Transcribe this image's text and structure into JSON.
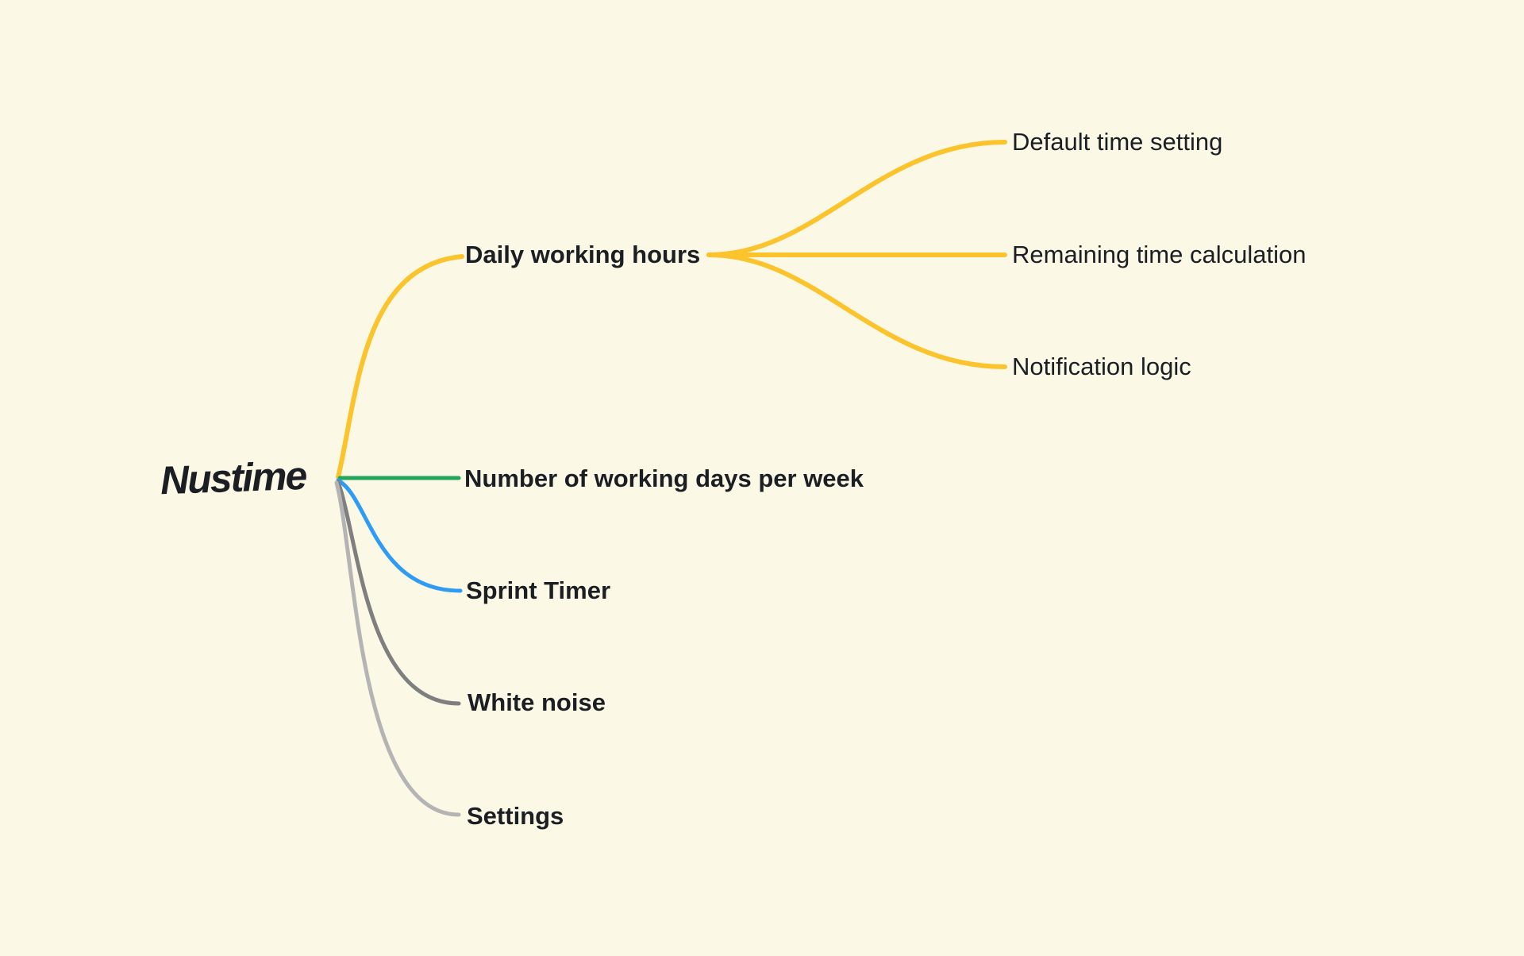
{
  "canvas": {
    "background": "#FCF8E6",
    "text_color": "#1B1E23"
  },
  "mindmap": {
    "root": {
      "label": "Nustime"
    },
    "branches": [
      {
        "label": "Daily working hours",
        "color": "#FBC42D",
        "children": [
          "Default time setting",
          "Remaining time calculation",
          "Notification logic"
        ]
      },
      {
        "label": "Number of working days per week",
        "color": "#23A55C",
        "children": []
      },
      {
        "label": "Sprint Timer",
        "color": "#2E9BF5",
        "children": []
      },
      {
        "label": "White noise",
        "color": "#7F7F7F",
        "children": []
      },
      {
        "label": "Settings",
        "color": "#B4B4B4",
        "children": []
      }
    ]
  }
}
